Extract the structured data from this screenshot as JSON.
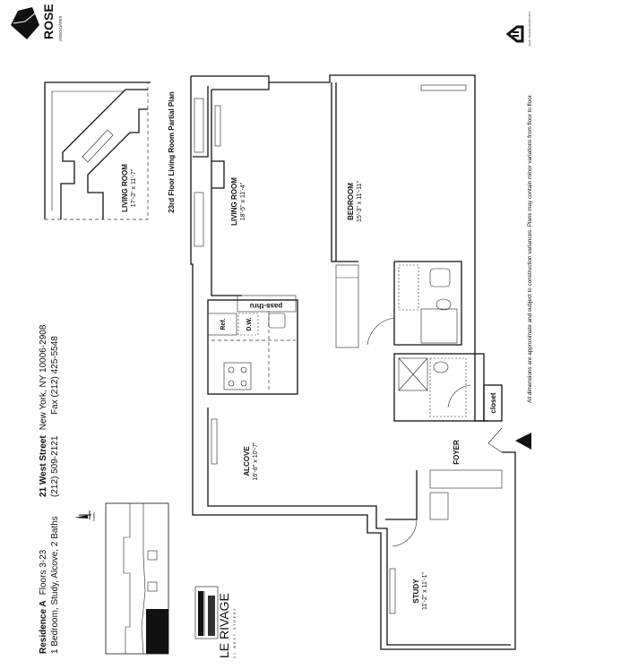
{
  "logo": {
    "name": "ROSE",
    "sub": "ASSOCIATES"
  },
  "header": {
    "residence": "Residence A",
    "floors": "Floors 3-23",
    "description": "1 Bedroom, Study, Alcove, 2 Baths",
    "address_bold": "21 West Street",
    "address_city": "New York, NY 10006-2908",
    "phone": "(212) 509-2121",
    "fax": "Fax (212) 425-5548",
    "north_label": "North"
  },
  "brand": {
    "name": "LE RIVAGE",
    "sub": "21 WEST STREET"
  },
  "partial_plan": {
    "title": "23rd Floor Living Room Partial Plan",
    "room": "LIVING ROOM",
    "dim": "17'-3\" x 11'-7\""
  },
  "rooms": {
    "living": {
      "name": "LIVING ROOM",
      "dim": "18'-5\" x 11'-4\""
    },
    "bedroom": {
      "name": "BEDROOM",
      "dim": "15'-3\" x 11'-11\""
    },
    "alcove": {
      "name": "ALCOVE",
      "dim": "16'-8\" x 10'-7\""
    },
    "study": {
      "name": "STUDY",
      "dim": "11'-2\" x 11'-1\""
    },
    "foyer": {
      "name": "FOYER"
    },
    "closet": {
      "name": "closet"
    },
    "ref": "Ref.",
    "dw": "D.W.",
    "pass": "pass-thru"
  },
  "disclaimer": "All dimensions are approximate and subject to construction variances. Plans may contain minor variations from floor to floor.",
  "equal_housing": "EQUAL HOUSING OPPORTUNITY"
}
